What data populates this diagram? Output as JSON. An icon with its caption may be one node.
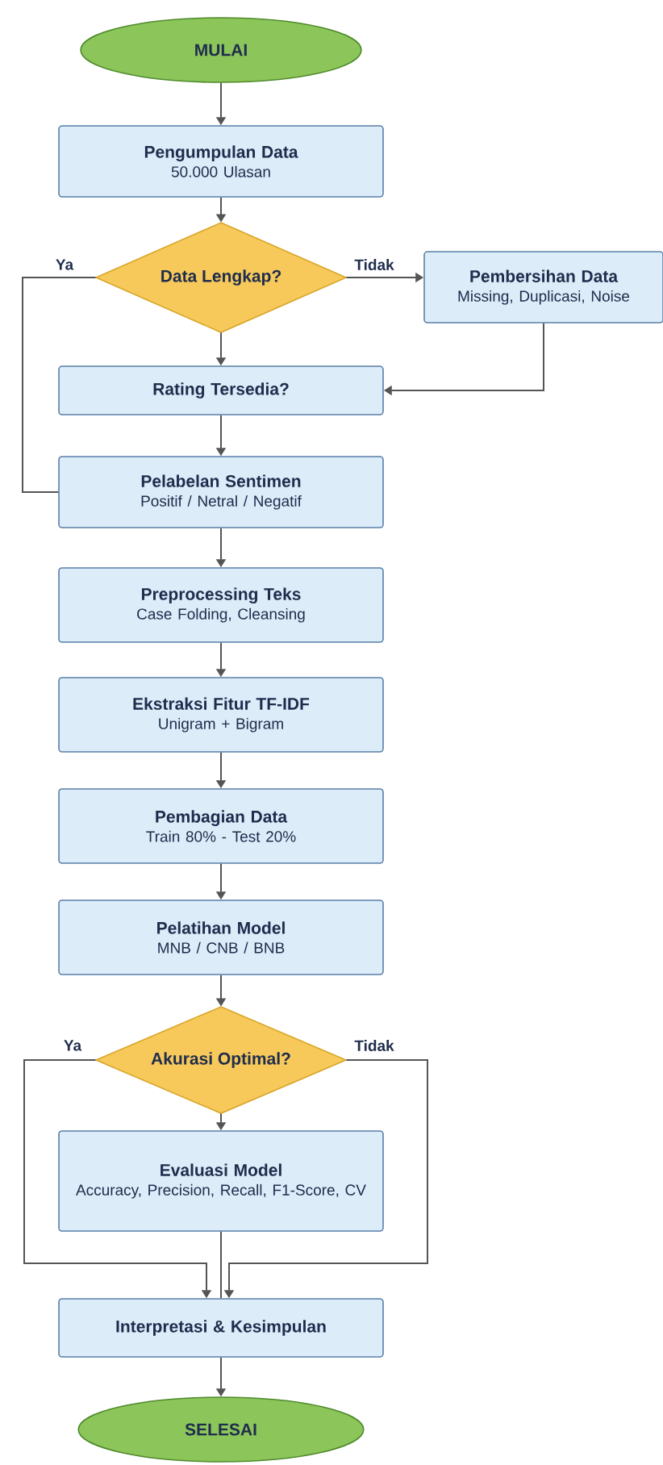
{
  "diagram": {
    "nodes": [
      {
        "text": [
          "MULAI"
        ]
      },
      {
        "text": [
          "Pengumpulan Data",
          "50.000 Ulasan"
        ]
      },
      {
        "text": [
          "Data Lengkap?"
        ]
      },
      {
        "text": [
          "Pembersihan Data",
          "Missing, Duplicasi, Noise"
        ]
      },
      {
        "text": [
          "Rating Tersedia?"
        ]
      },
      {
        "text": [
          "Pelabelan Sentimen",
          "Positif / Netral / Negatif"
        ]
      },
      {
        "text": [
          "Preprocessing Teks",
          "Case Folding, Cleansing"
        ]
      },
      {
        "text": [
          "Ekstraksi Fitur TF-IDF",
          "Unigram + Bigram"
        ]
      },
      {
        "text": [
          "Pembagian Data",
          "Train 80% - Test 20%"
        ]
      },
      {
        "text": [
          "Pelatihan Model",
          "MNB / CNB / BNB"
        ]
      },
      {
        "text": [
          "Akurasi Optimal?"
        ]
      },
      {
        "text": [
          "Evaluasi Model",
          "Accuracy, Precision, Recall, F1-Score, CV"
        ]
      },
      {
        "text": [
          "Interpretasi & Kesimpulan"
        ]
      },
      {
        "text": [
          "SELESAI"
        ]
      }
    ],
    "edges": [
      {
        "from": 0,
        "to": 1,
        "arrow": "to"
      },
      {
        "from": 1,
        "to": 2,
        "arrow": "to"
      },
      {
        "from": 2,
        "to": 3,
        "arrow": "to",
        "label": "Tidak"
      },
      {
        "from": 2,
        "to": 5,
        "arrow": "none",
        "label": "Ya"
      },
      {
        "from": 2,
        "to": 4,
        "arrow": "to"
      },
      {
        "from": 3,
        "to": 4,
        "arrow": "to"
      },
      {
        "from": 4,
        "to": 5,
        "arrow": "to"
      },
      {
        "from": 5,
        "to": 6,
        "arrow": "to"
      },
      {
        "from": 6,
        "to": 7,
        "arrow": "to"
      },
      {
        "from": 7,
        "to": 8,
        "arrow": "to"
      },
      {
        "from": 8,
        "to": 9,
        "arrow": "to"
      },
      {
        "from": 9,
        "to": 10,
        "arrow": "to"
      },
      {
        "from": 10,
        "to": 11,
        "arrow": "to"
      },
      {
        "from": 10,
        "to": 12,
        "arrow": "to",
        "label": "Ya"
      },
      {
        "from": 10,
        "to": 12,
        "arrow": "to",
        "label": "Tidak"
      },
      {
        "from": 11,
        "to": 12,
        "arrow": "none"
      },
      {
        "from": 12,
        "to": 13,
        "arrow": "to"
      }
    ]
  }
}
